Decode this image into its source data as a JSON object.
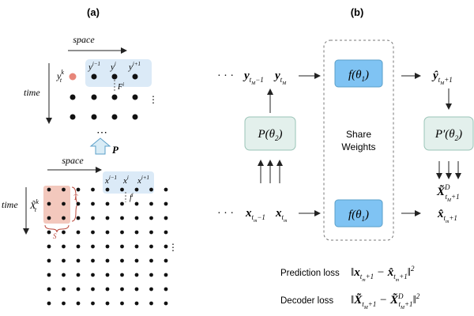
{
  "panels": {
    "left_label": "(a)",
    "right_label": "(b)"
  },
  "left": {
    "top": {
      "axis_space": "space",
      "axis_time": "time",
      "y_tk": "y",
      "y_tk_sup": "k",
      "y_tk_sub": "t",
      "y_prev": "y",
      "y_prev_sup": "i−1",
      "y_cur": "y",
      "y_cur_sup": "i",
      "y_next": "y",
      "y_next_sup": "i+1",
      "F_label": "F",
      "F_sup": "i",
      "vdots": "⋮",
      "hdots": "⋯"
    },
    "P_label": "P",
    "bottom": {
      "axis_space": "space",
      "axis_time": "time",
      "X_tk": "X̃",
      "X_tk_sup": "k",
      "X_tk_sub": "t",
      "x_prev": "x",
      "x_prev_sup": "i−1",
      "x_cur": "x",
      "x_cur_sup": "i",
      "x_next": "x",
      "x_next_sup": "i+1",
      "f_label": "f",
      "f_sup": "i",
      "T_label": "T",
      "S_label": "S",
      "vdots": "⋮"
    }
  },
  "right": {
    "top_row_dots": "· · ·",
    "top_inputs": "y",
    "bottom_row_dots": "· · ·",
    "P_box": "P(θ",
    "P_box_sub": "2",
    "P_box_end": ")",
    "Pp_box": "P′(θ",
    "Pp_box_sub": "2",
    "Pp_box_end": ")",
    "f_top": "f(θ",
    "f_top_sub": "1",
    "f_top_end": ")",
    "f_bottom": "f(θ",
    "f_bottom_sub": "1",
    "f_bottom_end": ")",
    "share_line1": "Share",
    "share_line2": "Weights",
    "prediction_loss_label": "Prediction loss",
    "decoder_loss_label": "Decoder loss"
  },
  "colors": {
    "blue_box": "#dbeaf7",
    "blue_f": "#7fc3f3",
    "green_box": "#e3f0ec",
    "red_box": "#f3c8bd",
    "red_dot": "#e7867a",
    "dot": "#111111"
  }
}
